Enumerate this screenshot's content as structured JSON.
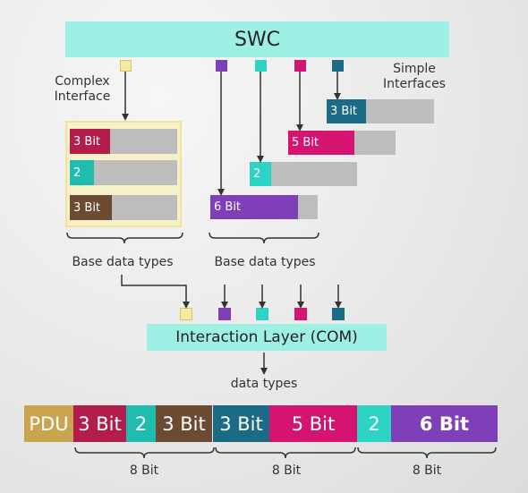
{
  "swc_label": "SWC",
  "complex_interface_label_1": "Complex",
  "complex_interface_label_2": "Interface",
  "simple_interfaces_label_1": "Simple",
  "simple_interfaces_label_2": "Interfaces",
  "complex_signals": [
    {
      "label": "3 Bit",
      "color": "#b31d4b"
    },
    {
      "label": "2",
      "color": "#1fbcb0"
    },
    {
      "label": "3 Bit",
      "color": "#6b4c33"
    }
  ],
  "simple_signals": [
    {
      "label": "3 Bit",
      "color": "#1b6b86"
    },
    {
      "label": "5 Bit",
      "color": "#d41470"
    },
    {
      "label": "2",
      "color": "#2dd3c4"
    },
    {
      "label": "6 Bit",
      "color": "#7e3fb8"
    }
  ],
  "base_data_types_left": "Base data types",
  "base_data_types_right": "Base data types",
  "interaction_layer_label": "Interaction Layer (COM)",
  "data_types_label": "data types",
  "pdu": {
    "pdu_label": "PDU",
    "segments": [
      "3 Bit",
      "2",
      "3 Bit",
      "3 Bit",
      "5 Bit",
      "2",
      "6 Bit"
    ]
  },
  "byte_labels": [
    "8 Bit",
    "8 Bit",
    "8 Bit"
  ],
  "colors": {
    "port_yellow": "#f5e9a3",
    "port_purple": "#7e3fb8",
    "port_teal": "#2dd3c4",
    "port_pink": "#d41470",
    "port_dark_teal": "#1b6b86",
    "pdu_gold": "#c9a54f"
  }
}
